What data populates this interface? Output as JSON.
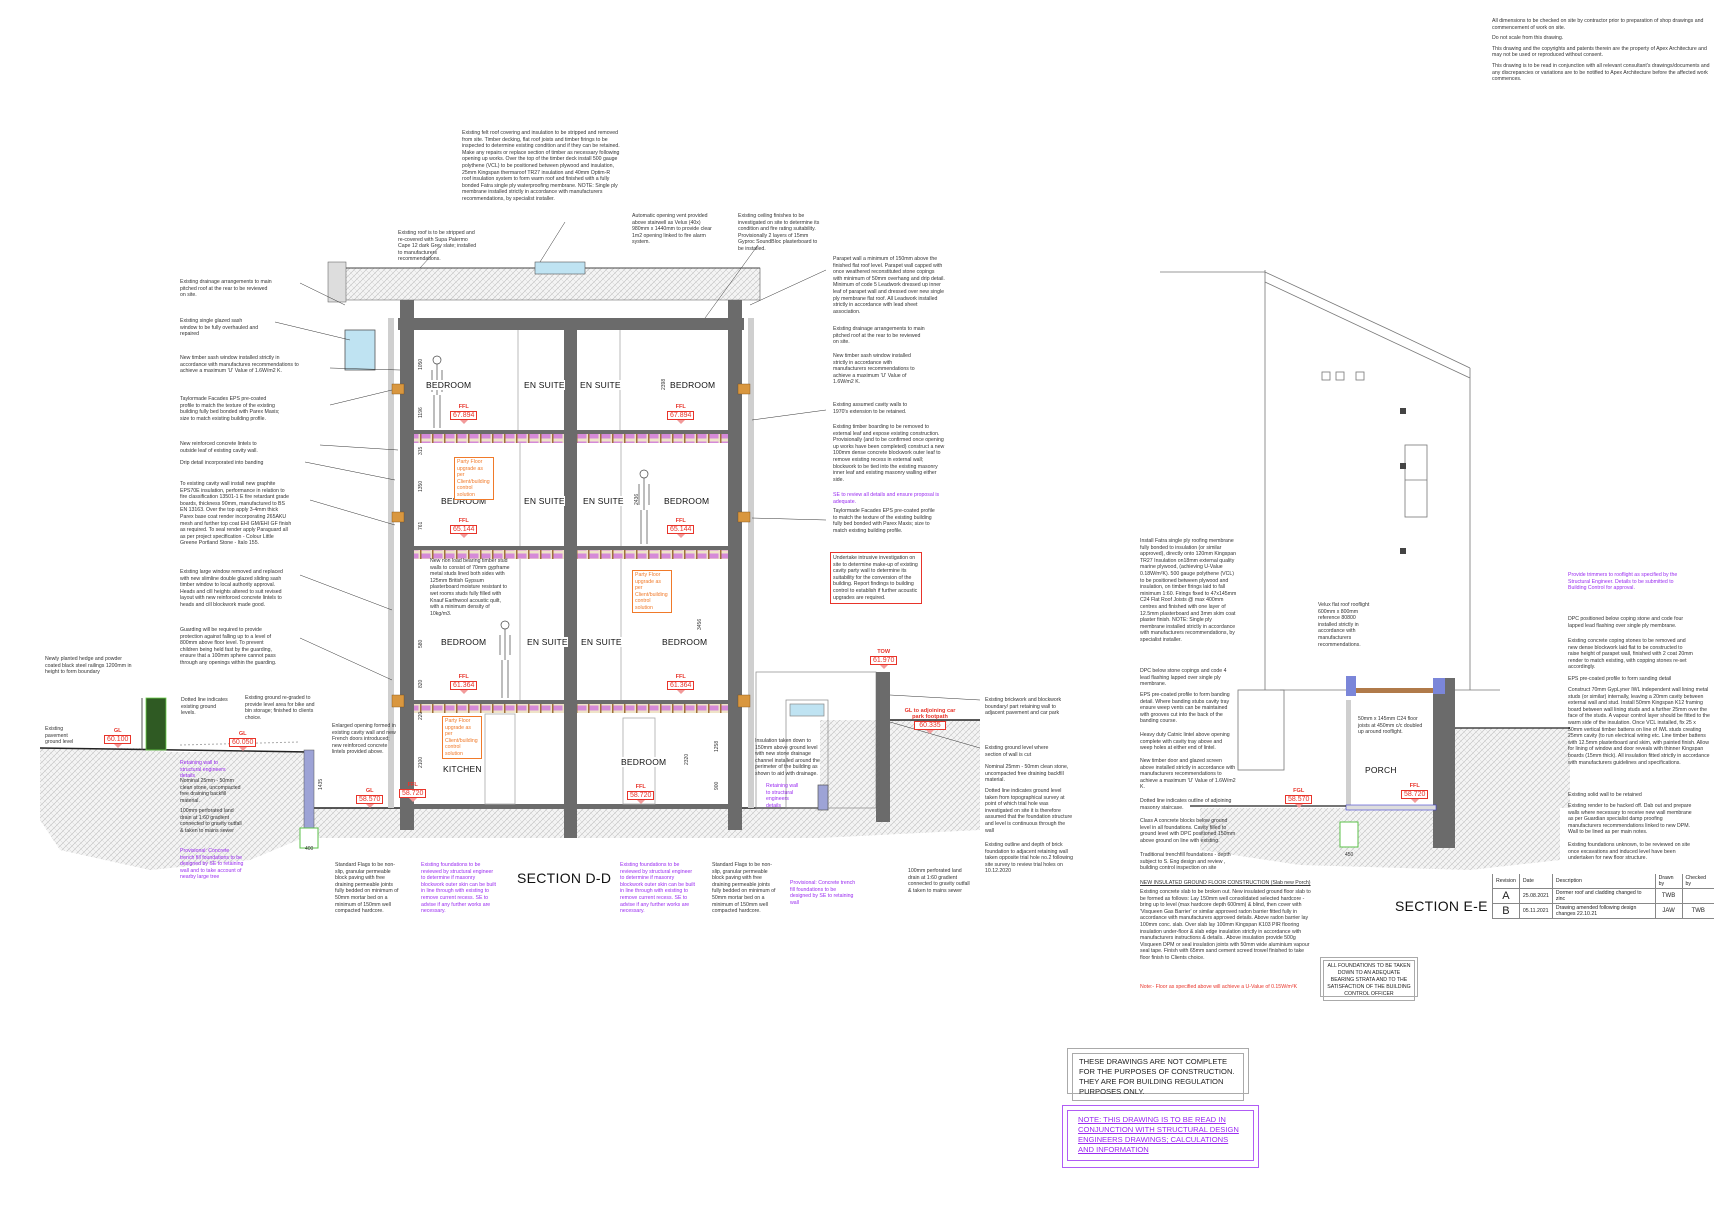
{
  "general_notes": [
    "All dimensions to be checked on site by contractor prior to preparation of shop drawings and commencement of work on site.",
    "Do not scale from this drawing.",
    "This drawing and the copyrights and patents therein are the property of Apex Architecture and may not be used or reproduced without consent.",
    "This drawing is to be read in conjunction with all relevant consultant's drawings/documents and any discrepancies or variations are to be notified to Apex Architecture before the affected work commences."
  ],
  "revisions": {
    "headers": [
      "Revision",
      "Date",
      "Description",
      "Drawn by",
      "Checked by"
    ],
    "rows": [
      {
        "rev": "A",
        "date": "25.08.2021",
        "desc": "Dormer roof and cladding changed to zinc",
        "drawn": "TWB",
        "checked": ""
      },
      {
        "rev": "B",
        "date": "05.11.2021",
        "desc": "Drawing amended following design changes 22.10.21",
        "drawn": "JAW",
        "checked": "TWB"
      }
    ]
  },
  "titles": {
    "section_dd": "SECTION D-D",
    "section_ee": "SECTION E-E"
  },
  "notices": {
    "not_complete": "THESE DRAWINGS ARE NOT COMPLETE FOR THE PURPOSES OF CONSTRUCTION. THEY ARE FOR BUILDING REGULATION PURPOSES ONLY.",
    "structural": "NOTE: THIS DRAWING IS TO BE READ IN CONJUNCTION WITH STRUCTURAL DESIGN ENGINEERS DRAWINGS; CALCULATIONS AND INFORMATION",
    "foundations": "ALL FOUNDATIONS TO BE TAKEN DOWN TO AN ADEQUATE BEARING STRATA AND TO THE SATISFACTION OF THE BUILDING CONTROL OFFICER"
  },
  "rooms": {
    "bedroom": "BEDROOM",
    "en_suite": "EN SUITE",
    "kitchen": "KITCHEN",
    "porch": "PORCH"
  },
  "party_floor": "Party Floor upgrade as per Client/building control solution",
  "levels": [
    {
      "label": "FFL",
      "value": "67.894"
    },
    {
      "label": "FFL",
      "value": "65.144"
    },
    {
      "label": "FFL",
      "value": "61.364"
    },
    {
      "label": "FFL",
      "value": "58.720"
    },
    {
      "label": "GL",
      "value": "60.100"
    },
    {
      "label": "GL",
      "value": "60.050"
    },
    {
      "label": "GL",
      "value": "58.570"
    },
    {
      "label": "TOW",
      "value": "61.970"
    },
    {
      "label": "GL to adjoining car park footpath",
      "value": "60.335"
    },
    {
      "label": "FGL",
      "value": "58.570"
    }
  ],
  "dimensions": [
    "1050",
    "1196",
    "315",
    "1350",
    "761",
    "580",
    "820",
    "220",
    "2100",
    "1435",
    "2398",
    "2436",
    "3456",
    "2320",
    "1258",
    "900",
    "400",
    "450"
  ],
  "notes": [
    "Existing drainage arrangements to main pitched roof at the rear to be reviewed on site.",
    "Existing single glazed sash window to be fully overhauled and repaired",
    "New timber sash window installed strictly in accordance with manufactures recommendations to achieve a maximum 'U' Value of 1.6W/m2 K.",
    "Taylormade Facades EPS pre-coated profile to match the texture of the existing building fully bed bonded with Parex Maxis; size to match existing building profile.",
    "New reinforced concrete lintels to outside leaf of existing cavity wall.",
    "Drip detail incorporated into banding",
    "To existing cavity wall install new graphite EPS70E insulation, performance in relation to fire classification 13501-1 E fire retardant grade boards, thickness 90mm, manufactured to BS EN 13163. Over the top apply 3-4mm thick Parex base coat render incorporating 265AKU mesh and further top coat EHI GM/EHI GF finish as required. To seal render apply Paraguard all as per project specification - Colour Little Greene Portland Stone - Italo 155.",
    "Existing large window removed and replaced with new slimline double glazed sliding sash timber window to local authority approval. Heads and cill heights altered to suit revised layout with new reinforced concrete lintels to heads and cill blockwork made good.",
    "Guarding will be required to provide protection against falling up to a level of 800mm above floor level. To prevent children being held fast by the guarding, ensure that a 100mm sphere cannot pass through any openings within the guarding.",
    "Newly planted hedge and powder coated black steel railings 1200mm in height to form boundary",
    "Existing pavement ground level",
    "Dotted line indicates existing ground levels.",
    "Existing ground re-graded to provide level area for bike and bin storage; finished to clients choice.",
    "Retaining wall to structural engineers details",
    "Nominal 25mm - 50mm clean stone, uncompacted free draining backfill material.",
    "100mm perforated land drain at 1:60 gradient connected to gravity outfall & taken to mains sewer",
    "Provisional: Concrete trench fill foundations to be designed by SE to retaining wall and to take account of nearby large tree",
    "Enlarged opening formed in existing cavity wall and new French doors introduced; new reinforced concrete lintels provided above.",
    "Standard Flags to be non-slip, granular permeable block paving with free draining permeable joints fully bedded on minimum of 50mm mortar bed on a minimum of 150mm well compacted hardcore.",
    "Existing foundations to be reviewed by structural engineer to determine if masonry blockwork outer skin can be built in line through with existing to remove current recess. SE to advise if any further works are necessary.",
    "Existing foundations to be reviewed by structural engineer to determine if masonry blockwork outer skin can be built in line through with existing to remove current recess. SE to advise if any further works are necessary.",
    "Standard Flags to be non-slip, granular permeable block paving with free draining permeable joints fully bedded on minimum of 50mm mortar bed on a minimum of 150mm well compacted hardcore.",
    "Provisional: Concrete trench fill foundations to be designed by SE to retaining wall",
    "100mm perforated land drain at 1:60 gradient connected to gravity outfall & taken to mains sewer",
    "New non load bearing timber stud walls to consist of 70mm gypframe metal studs lined both sides with 125mm British Gypsum plasterboard moisture resistant to wet rooms studs fully filled with Knauf Earthwool acoustic quilt, with a minimum density of 10kg/m3.",
    "Insulation taken down to 150mm above ground level with new stone drainage channel installed around the perimeter of the building as shown to aid with drainage.",
    "Retaining wall to structural engineers details",
    "Existing felt roof covering and insulation to be stripped and removed from site. Timber decking, flat roof joists and timber firings to be inspected to determine existing condition and if they can be retained. Make any repairs or replace section of timber as necessary following opening up works. Over the top of the timber deck install 500 gauge polythene (VCL) to be positioned between plywood and insulation, 25mm Kingspan thermaroof TR27 insulation and 40mm Optim-R roof insulation system to form warm roof and finished with a fully bonded Fatra single ply waterproofing membrane. NOTE: Single ply membrane installed strictly in accordance with manufacturers recommendations, by specialist installer.",
    "Existing roof is to be stripped and re-covered with Supa Palermo Cape 12 dark Grey slate; installed to manufacturers recommendations.",
    "Automatic opening vent provided above stairwell as Velux (40x) 980mm x 1440mm to provide clear 1m2 opening linked to fire alarm system.",
    "Existing ceiling finishes to be investigated on site to determine its condition and fire rating suitability. Provisionally 2 layers of 15mm Gyproc SoundBloc plasterboard to be installed.",
    "Parapet wall a minimum of 150mm above the finished flat roof level. Parapet wall capped with once weathered reconstituted stone copings with minimum of 50mm overhang and drip detail. Minimum of code 5 Leadwork dressed up inner leaf of parapet wall and dressed over new single ply membrane flat roof. All Leadwork installed strictly in accordance with lead sheet association.",
    "Existing drainage arrangements to main pitched roof at the rear to be reviewed on site.",
    "New timber sash window installed strictly in accordance with manufacturers recommendations to achieve a maximum 'U' Value of 1.6W/m2 K.",
    "Existing assumed cavity walls to 1970's extension to be retained.",
    "Existing timber boarding to be removed to external leaf and expose existing construction. Provisionally (and to be confirmed once opening up works have been completed) construct a new 100mm dense concrete blockwork outer leaf to remove existing recess in external wall; blockwork to be tied into the existing masonry inner leaf and existing masonry walling either side.",
    "SE to review all details and ensure proposal is adequate.",
    "Taylormade Facades EPS pre-coated profile to match the texture of the existing building fully bed bonded with Parex Maxis; size to match existing building profile.",
    "Undertake intrusive investigation on site to determine make-up of existing cavity party wall to determine its suitability for the conversion of the building. Report findings to building control to establish if further acoustic upgrades are required.",
    "Existing brickwork and blockwork boundary/ part retaining wall to adjacent pavement and car park",
    "Existing ground level where section of wall is cut",
    "Nominal 25mm - 50mm clean stone, uncompacted free draining backfill material.",
    "Dotted line indicates ground level taken from topographical survey at point of which trial hole was investigated on site it is therefore assumed that the foundation structure and level is continuous through the wall",
    "Existing outline and depth of brick foundation to adjacent retaining wall taken opposite trial hole no.2 following site survey to review trial holes on 10.12.2020",
    "Install Fatra single ply roofing membrane fully bonded to insulation (or similar approved), directly onto 120mm Kingspan TR27 Insulation on18mm external quality marine plywood, (achieving U-Value 0.18W/m²K). 500 gauge polythene (VCL) to be positioned between plywood and insulation, on timber firings laid to fall minimum 1:60. Firings fixed to 47x145mm C24 Flat Roof Joists @ max 400mm centres and finished with one layer of 12.5mm plasterboard and 3mm skim coat plaster finish. NOTE: Single ply membrane installed strictly in accordance with manufacturers recommendations, by specialist installer.",
    "DPC below stone copings and code 4 lead flashing lapped over single ply membrane.",
    "EPS pre-coated profile to form banding detail. Where banding stubs cavity tray ensure weep vents can be maintained with grooves cut into the back of the banding course.",
    "Heavy duty Catnic lintel above opening complete with cavity tray above and weep holes at either end of lintel.",
    "New timber door and glazed screen above installed strictly in accordance with manufacturers recommendations to achieve a maximum 'U' Value of 1.6W/m2 K.",
    "Dotted line indicates outline of adjoining masonry staircase.",
    "Class A concrete blocks below ground level in all foundations. Cavity filled to ground level with DPC positioned 150mm above ground on line with existing.",
    "Traditional trenchfill foundations - depth subject to S. Eng design and review , building control inspection on site",
    "NEW INSULATED GROUND FLOOR CONSTRUCTION (Slab new Porch)",
    "Existing concrete slab to be broken out. New insulated ground floor slab to be formed as follows: Lay 150mm well consolidated selected hardcore - bring up to level (max hardcore depth 600mm) & blind, then cover with 'Visqueen Gas Barrier' or similar approved radon barrier fitted fully in accordance with manufacturers approved details. Above radon barrier lay 100mm conc. slab. Over slab lay 100mm Kingspan K103 PIR flooring insulation under-floor & slab edge insulation strictly in accordance with manufacturers instructions & details.. Above insulation provide 500g Visqueen DPM or seal insulation joints with 50mm wide aluminium vapour seal tape. Finish with 65mm sand cement screed trowel finished to take floor finish to Clients choice.",
    "Note:- Floor as specified above will achieve a U-Value of 0.15W/m²K",
    "Velux flat roof rooflight 600mm x 800mm reference 80800 installed strictly in accordance with manufacturers recommendations.",
    "50mm x 145mm C24 floor joists at 450mm c/c doubled up around rooflight.",
    "Provide trimmers to rooflight as specified by the Structural Engineer. Details to be submitted to Building Control for approval.",
    "DPC positioned below coping stone and code four lapped lead flashing over single ply membrane.",
    "Existing concrete coping stones to be removed and new dense blockwork laid flat to be constructed to raise height of parapet wall, finished with 2 coat 20mm render to match existing, with copping stones re-set accordingly.",
    "EPS pre-coated profile to form sanding detail",
    "Construct 70mm GypLyner IWL independent wall lining metal studs (or similar) internally, leaving a 20mm cavity between external wall and stud. Install 50mm Kingspan K12 framing board between wall lining studs and a further 25mm over the face of the studs. A vapour control layer should be fitted to the warm side of the insulation. Once VCL installed, fix 25 x 50mm vertical timber battens on line of IWL studs creating 25mm cavity (to run electrical wiring etc. Line timber battens with 12.5mm plasterboard and skim, with painted finish. Allow for lining of window and door reveals with thinner Kingspan boards (15mm thick). All insulation fitted strictly in accordance with manufacturers guidelines and specifications.",
    "Existing solid wall to be retained",
    "Existing render to be hacked off. Dab out and prepare walls where necessary to receive new wall membrane as per Guardian specialist damp proofing manufacturers recommendations linked to new DPM. Wall to be lined as per main notes.",
    "Existing foundations unknown, to be reviewed on site once excavations and induced level have been undertaken for new floor structure."
  ],
  "colors": {
    "level_red": "#e8342a",
    "party_orange": "#f07a2a",
    "engineer_purple": "#9a2cf0",
    "wall_grey": "#6b6b6b",
    "hedge_green": "#2f5a23",
    "insulation_pink": "#c86bd0"
  }
}
